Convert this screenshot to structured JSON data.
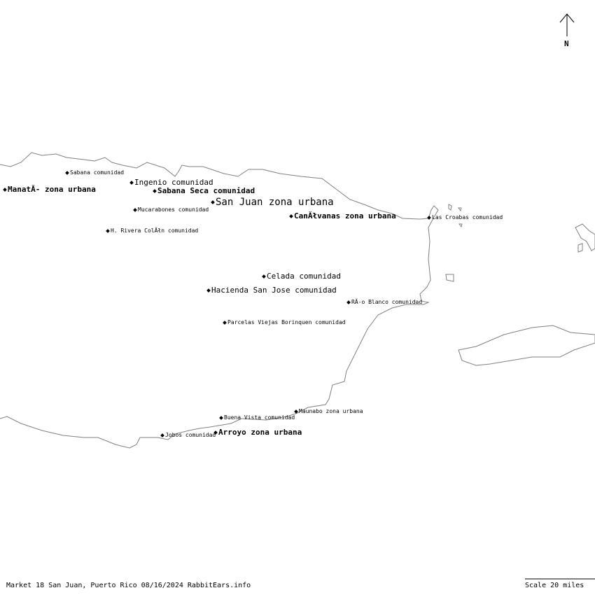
{
  "map": {
    "north_label": "N",
    "places": [
      {
        "name": "Sabana comunidad",
        "size": "s"
      },
      {
        "name": "Ingenio comunidad",
        "size": "m"
      },
      {
        "name": "ManatĂ- zona urbana",
        "size": "b"
      },
      {
        "name": "Sabana Seca comunidad",
        "size": "b"
      },
      {
        "name": "San Juan zona urbana",
        "size": "l"
      },
      {
        "name": "Mucarabones comunidad",
        "size": "s"
      },
      {
        "name": "CanĂłvanas zona urbana",
        "size": "b"
      },
      {
        "name": "Las Croabas comunidad",
        "size": "s"
      },
      {
        "name": "H. Rivera ColĂłn comunidad",
        "size": "s"
      },
      {
        "name": "Celada comunidad",
        "size": "m"
      },
      {
        "name": "Hacienda San Jose comunidad",
        "size": "m"
      },
      {
        "name": "RĂ-o Blanco comunidad",
        "size": "s"
      },
      {
        "name": "Parcelas Viejas Borinquen comunidad",
        "size": "s"
      },
      {
        "name": "Maunabo zona urbana",
        "size": "s"
      },
      {
        "name": "Buena Vista comunidad",
        "size": "s"
      },
      {
        "name": "Jobos comunidad",
        "size": "s"
      },
      {
        "name": "Arroyo zona urbana",
        "size": "b"
      }
    ],
    "colors": {
      "coast": "#808080",
      "text": "#000000"
    }
  },
  "footer": {
    "caption": "Market 18 San Juan, Puerto Rico 08/16/2024 RabbitEars.info",
    "scale": "Scale 20 miles"
  }
}
